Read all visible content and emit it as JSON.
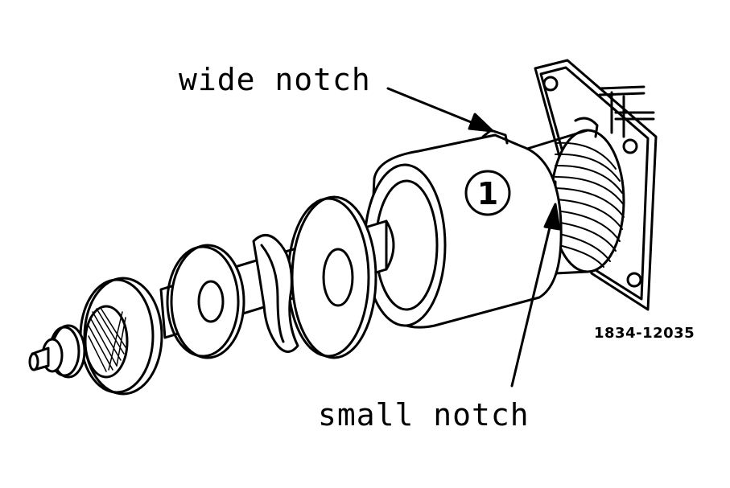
{
  "figure": {
    "callouts": {
      "wide_notch": "wide notch",
      "small_notch": "small notch"
    },
    "part_marker": "1",
    "figure_number": "1834-12035"
  },
  "colors": {
    "ink": "#000000",
    "paper": "#ffffff"
  }
}
